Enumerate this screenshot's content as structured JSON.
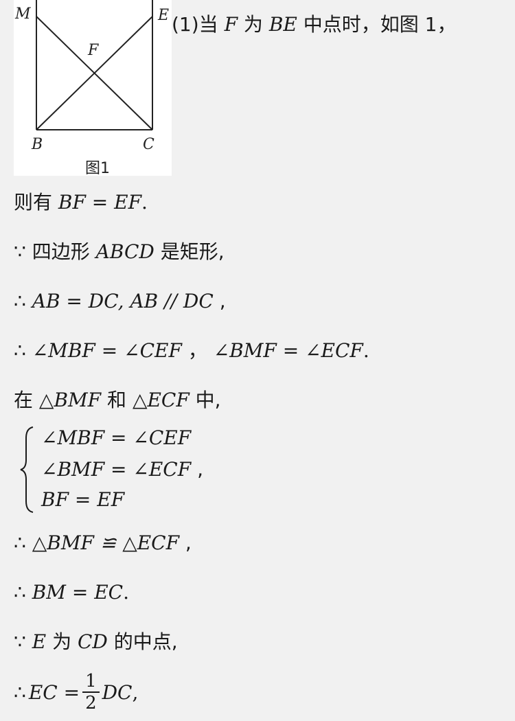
{
  "figure": {
    "caption": "图1",
    "points": {
      "M": "M",
      "E": "E",
      "F": "F",
      "B": "B",
      "C": "C"
    }
  },
  "lines": [
    {
      "id": "l0",
      "parts": [
        "(1)当 ",
        "F",
        " 为 ",
        "BE",
        " 中点时，如图 1，"
      ]
    },
    {
      "id": "l1",
      "parts": [
        "则有 ",
        "BF = EF",
        "."
      ]
    },
    {
      "id": "l2",
      "parts": [
        "∵ 四边形 ",
        "ABCD",
        " 是矩形,"
      ]
    },
    {
      "id": "l3",
      "parts": [
        "∴ ",
        "AB = DC, AB // DC",
        " ,"
      ]
    },
    {
      "id": "l4",
      "parts": [
        "∴ ",
        "∠MBF = ∠CEF",
        " ，  ",
        "∠BMF = ∠ECF",
        "."
      ]
    },
    {
      "id": "l5",
      "parts": [
        "在 ",
        "△BMF",
        " 和 ",
        "△ECF",
        " 中,"
      ]
    },
    {
      "id": "l6",
      "parts": [
        "∴ ",
        "△BMF ≌ △ECF",
        " ,"
      ]
    },
    {
      "id": "l7",
      "parts": [
        "∴ ",
        "BM = EC",
        "."
      ]
    },
    {
      "id": "l8",
      "parts": [
        "∵ ",
        "E",
        " 为 ",
        "CD",
        " 的中点,"
      ]
    },
    {
      "id": "l9",
      "parts": [
        "∴ ",
        "EC =",
        "1",
        "2",
        "DC",
        ","
      ]
    }
  ],
  "system": [
    "∠MBF = ∠CEF",
    "∠BMF = ∠ECF",
    "BF = EF"
  ],
  "system_trailing": ","
}
